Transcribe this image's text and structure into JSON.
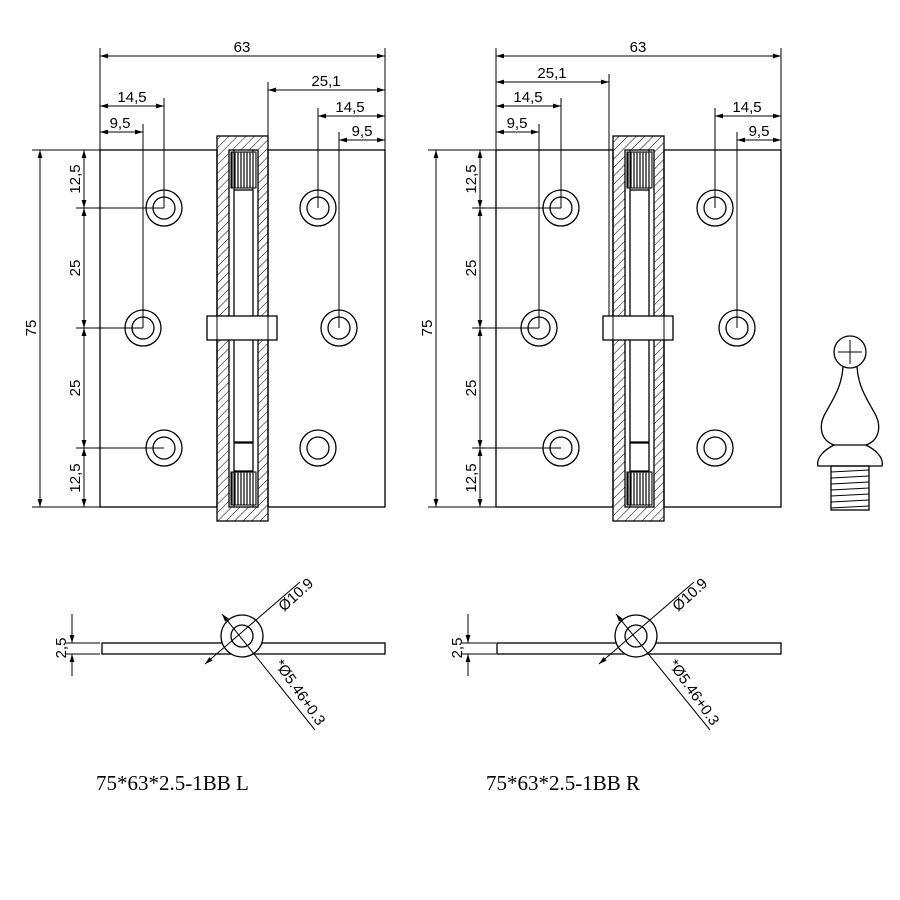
{
  "drawings": [
    {
      "id": "left",
      "caption": "75*63*2.5-1BB L",
      "dims": {
        "overall_width": "63",
        "knuckle_to_edge": "25,1",
        "hole_col_a": "14,5",
        "hole_col_b": "9,5",
        "hole_col_c": "14,5",
        "hole_col_d": "9,5",
        "height": "75",
        "seg_top": "12,5",
        "seg_upper": "25",
        "seg_lower": "25",
        "seg_bottom": "12,5",
        "thickness": "2,5",
        "knuckle_dia": "Ø10.9",
        "pin_dia": "*Ø5.46+0.3"
      }
    },
    {
      "id": "right",
      "caption": "75*63*2.5-1BB R",
      "dims": {
        "overall_width": "63",
        "knuckle_to_edge": "25,1",
        "hole_col_a": "14,5",
        "hole_col_b": "9,5",
        "hole_col_c": "14,5",
        "hole_col_d": "9,5",
        "height": "75",
        "seg_top": "12,5",
        "seg_upper": "25",
        "seg_lower": "25",
        "seg_bottom": "12,5",
        "thickness": "2,5",
        "knuckle_dia": "Ø10.9",
        "pin_dia": "*Ø5.46+0.3"
      }
    }
  ],
  "finial": {
    "icon": "finial-tip-icon"
  }
}
